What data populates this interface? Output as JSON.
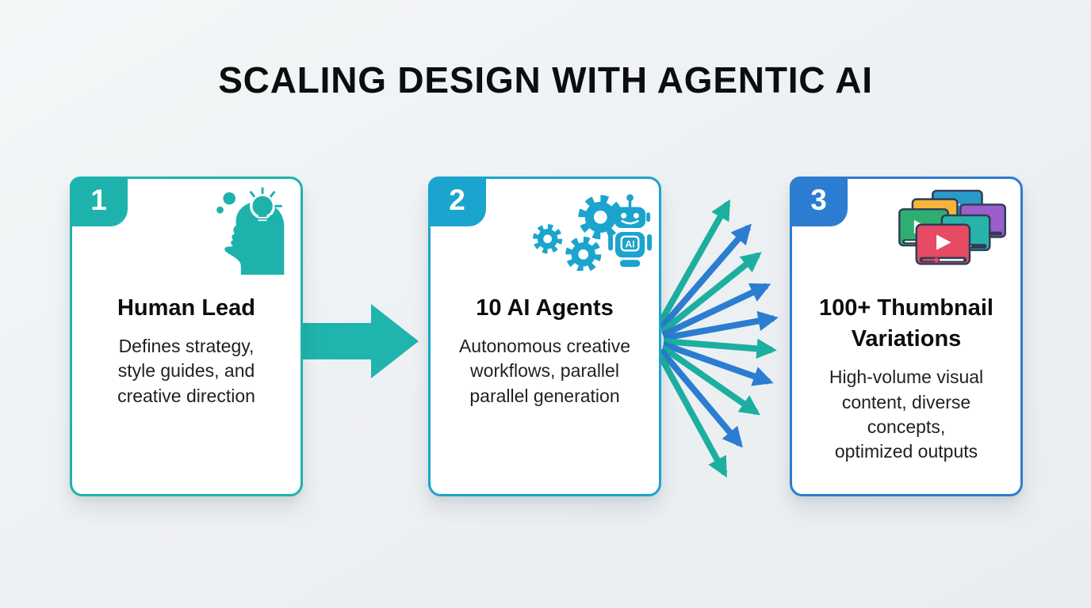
{
  "title": "SCALING DESIGN WITH AGENTIC AI",
  "colors": {
    "teal": "#1db3ac",
    "cyan": "#1ba4cd",
    "blue": "#2c7cd1",
    "arrow_teal": "#1fb4ae",
    "fan_teal": "#1caf9f",
    "fan_blue": "#2b7dd1",
    "title": "#0c0d0f",
    "text": "#1f2024",
    "card_bg": "#ffffff",
    "page_bg": "#eef1f4",
    "thumb_blue": "#2a9ac8",
    "thumb_yellow": "#f5b43c",
    "thumb_purple": "#9a5ecd",
    "thumb_green": "#2fae73",
    "thumb_teal": "#28b2aa",
    "thumb_pink": "#e74a64",
    "thumb_border": "#2e3d55"
  },
  "cards": [
    {
      "number": "1",
      "accent": "#1db3ac",
      "icon": "head-lightbulb-icon",
      "title": "Human Lead",
      "description": "Defines strategy,\nstyle guides, and\ncreative direction"
    },
    {
      "number": "2",
      "accent": "#1ba4cd",
      "icon": "gears-robot-icon",
      "icon_label": "AI",
      "title": "10 AI Agents",
      "description": "Autonomous creative\nworkflows, parallel\nparallel generation"
    },
    {
      "number": "3",
      "accent": "#2c7cd1",
      "icon": "thumbnail-stack-icon",
      "title": "100+ Thumbnail\nVariations",
      "description": "High-volume visual\ncontent, diverse\nconcepts,\noptimized outputs"
    }
  ],
  "connectors": {
    "single_arrow": {
      "color": "#1fb4ae"
    },
    "fan_arrows": {
      "count": 10,
      "pattern": [
        "teal",
        "blue",
        "teal",
        "blue",
        "blue",
        "teal",
        "blue",
        "teal",
        "blue",
        "teal"
      ],
      "teal": "#1caf9f",
      "blue": "#2b7dd1"
    }
  }
}
